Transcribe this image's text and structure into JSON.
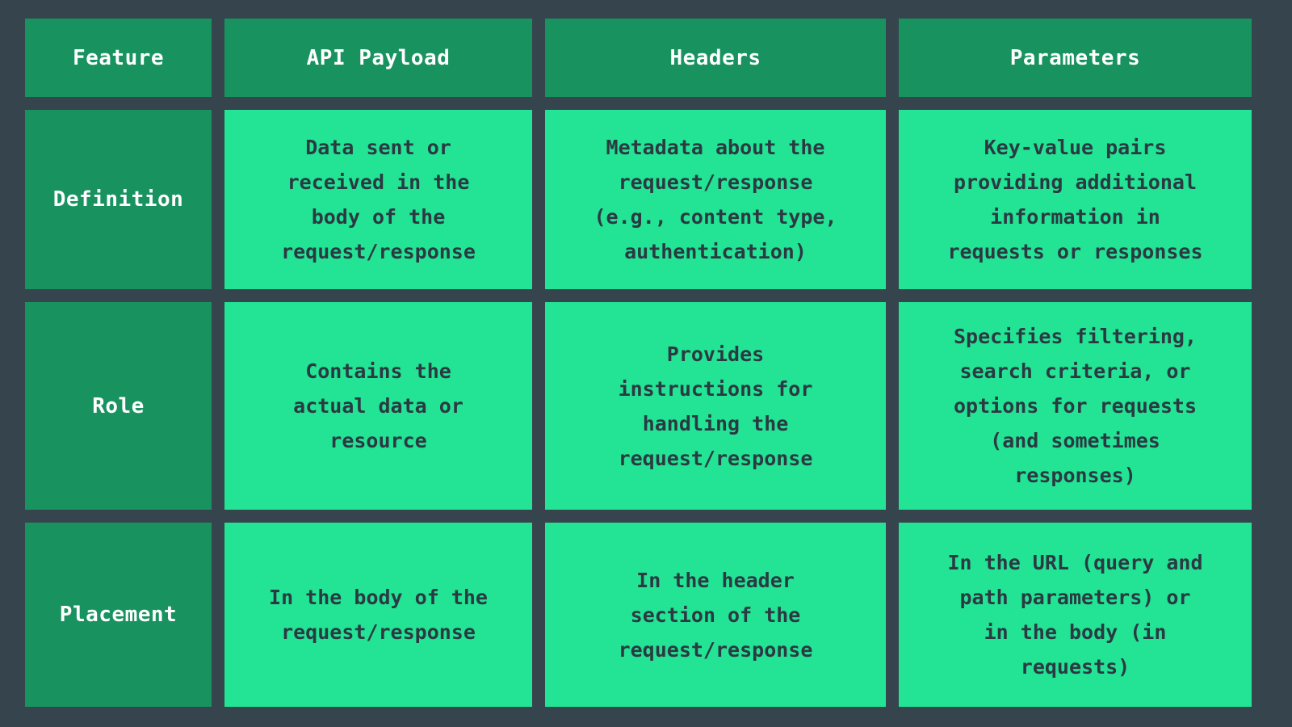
{
  "theme": {
    "background": "#36444d",
    "header_cell_bg": "#189360",
    "body_cell_bg": "#23e395",
    "header_text_color": "#ffffff",
    "body_text_color": "#2b3a42"
  },
  "table": {
    "columns": [
      "Feature",
      "API Payload",
      "Headers",
      "Parameters"
    ],
    "rows": [
      {
        "label": "Definition",
        "cells": [
          "Data sent or\nreceived in the\nbody of the\nrequest/response",
          "Metadata about the\nrequest/response\n(e.g., content type,\nauthentication)",
          "Key-value pairs\nproviding additional\ninformation in\nrequests or responses"
        ]
      },
      {
        "label": "Role",
        "cells": [
          "Contains the\nactual data or\nresource",
          "Provides\ninstructions for\nhandling the\nrequest/response",
          "Specifies filtering,\nsearch criteria, or\noptions for requests\n(and sometimes\nresponses)"
        ]
      },
      {
        "label": "Placement",
        "cells": [
          "In the body of the\nrequest/response",
          "In the header\nsection of the\nrequest/response",
          "In the URL (query and\npath parameters) or\nin the body (in\nrequests)"
        ]
      }
    ]
  }
}
